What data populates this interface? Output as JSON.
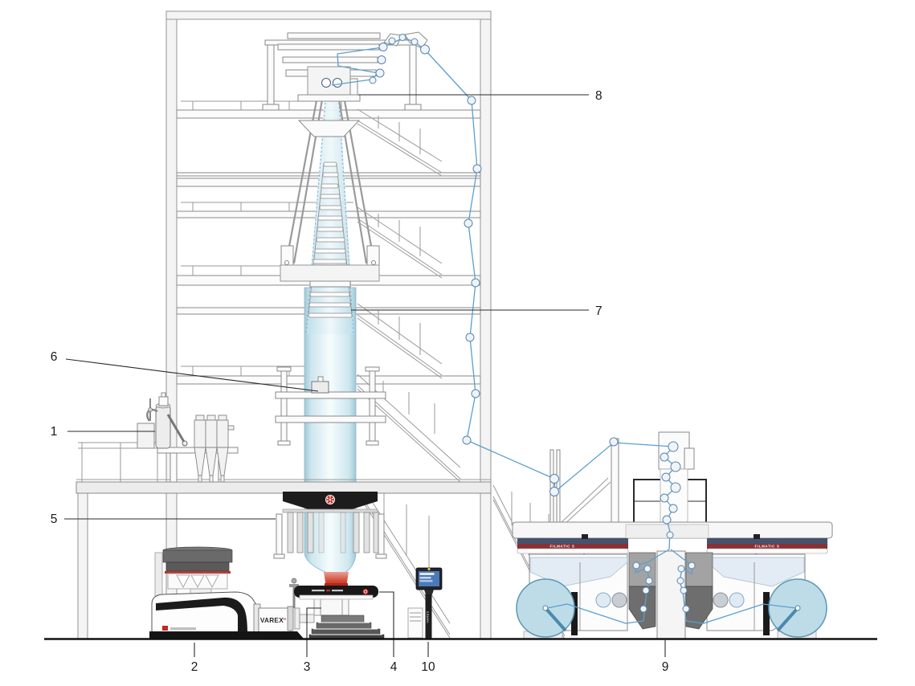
{
  "machine_texts": {
    "extruder_model": "VAREX",
    "extruder_model_superscript": "II",
    "winder_brand": "FILMATIC S",
    "terminal_pole_label": "VAREX"
  },
  "colors": {
    "brand_red": "#c5271f",
    "film_blue": "#5b9fd0",
    "bubble_cyan": "#aacfdd",
    "stripe_navy": "#46536e",
    "stripe_red": "#8c2f33",
    "melt_red": "#c23522",
    "screen_blue": "#4a7ab8"
  },
  "callouts": [
    {
      "n": "1"
    },
    {
      "n": "2"
    },
    {
      "n": "3"
    },
    {
      "n": "4"
    },
    {
      "n": "5"
    },
    {
      "n": "6"
    },
    {
      "n": "7"
    },
    {
      "n": "8"
    },
    {
      "n": "9"
    },
    {
      "n": "10"
    }
  ]
}
